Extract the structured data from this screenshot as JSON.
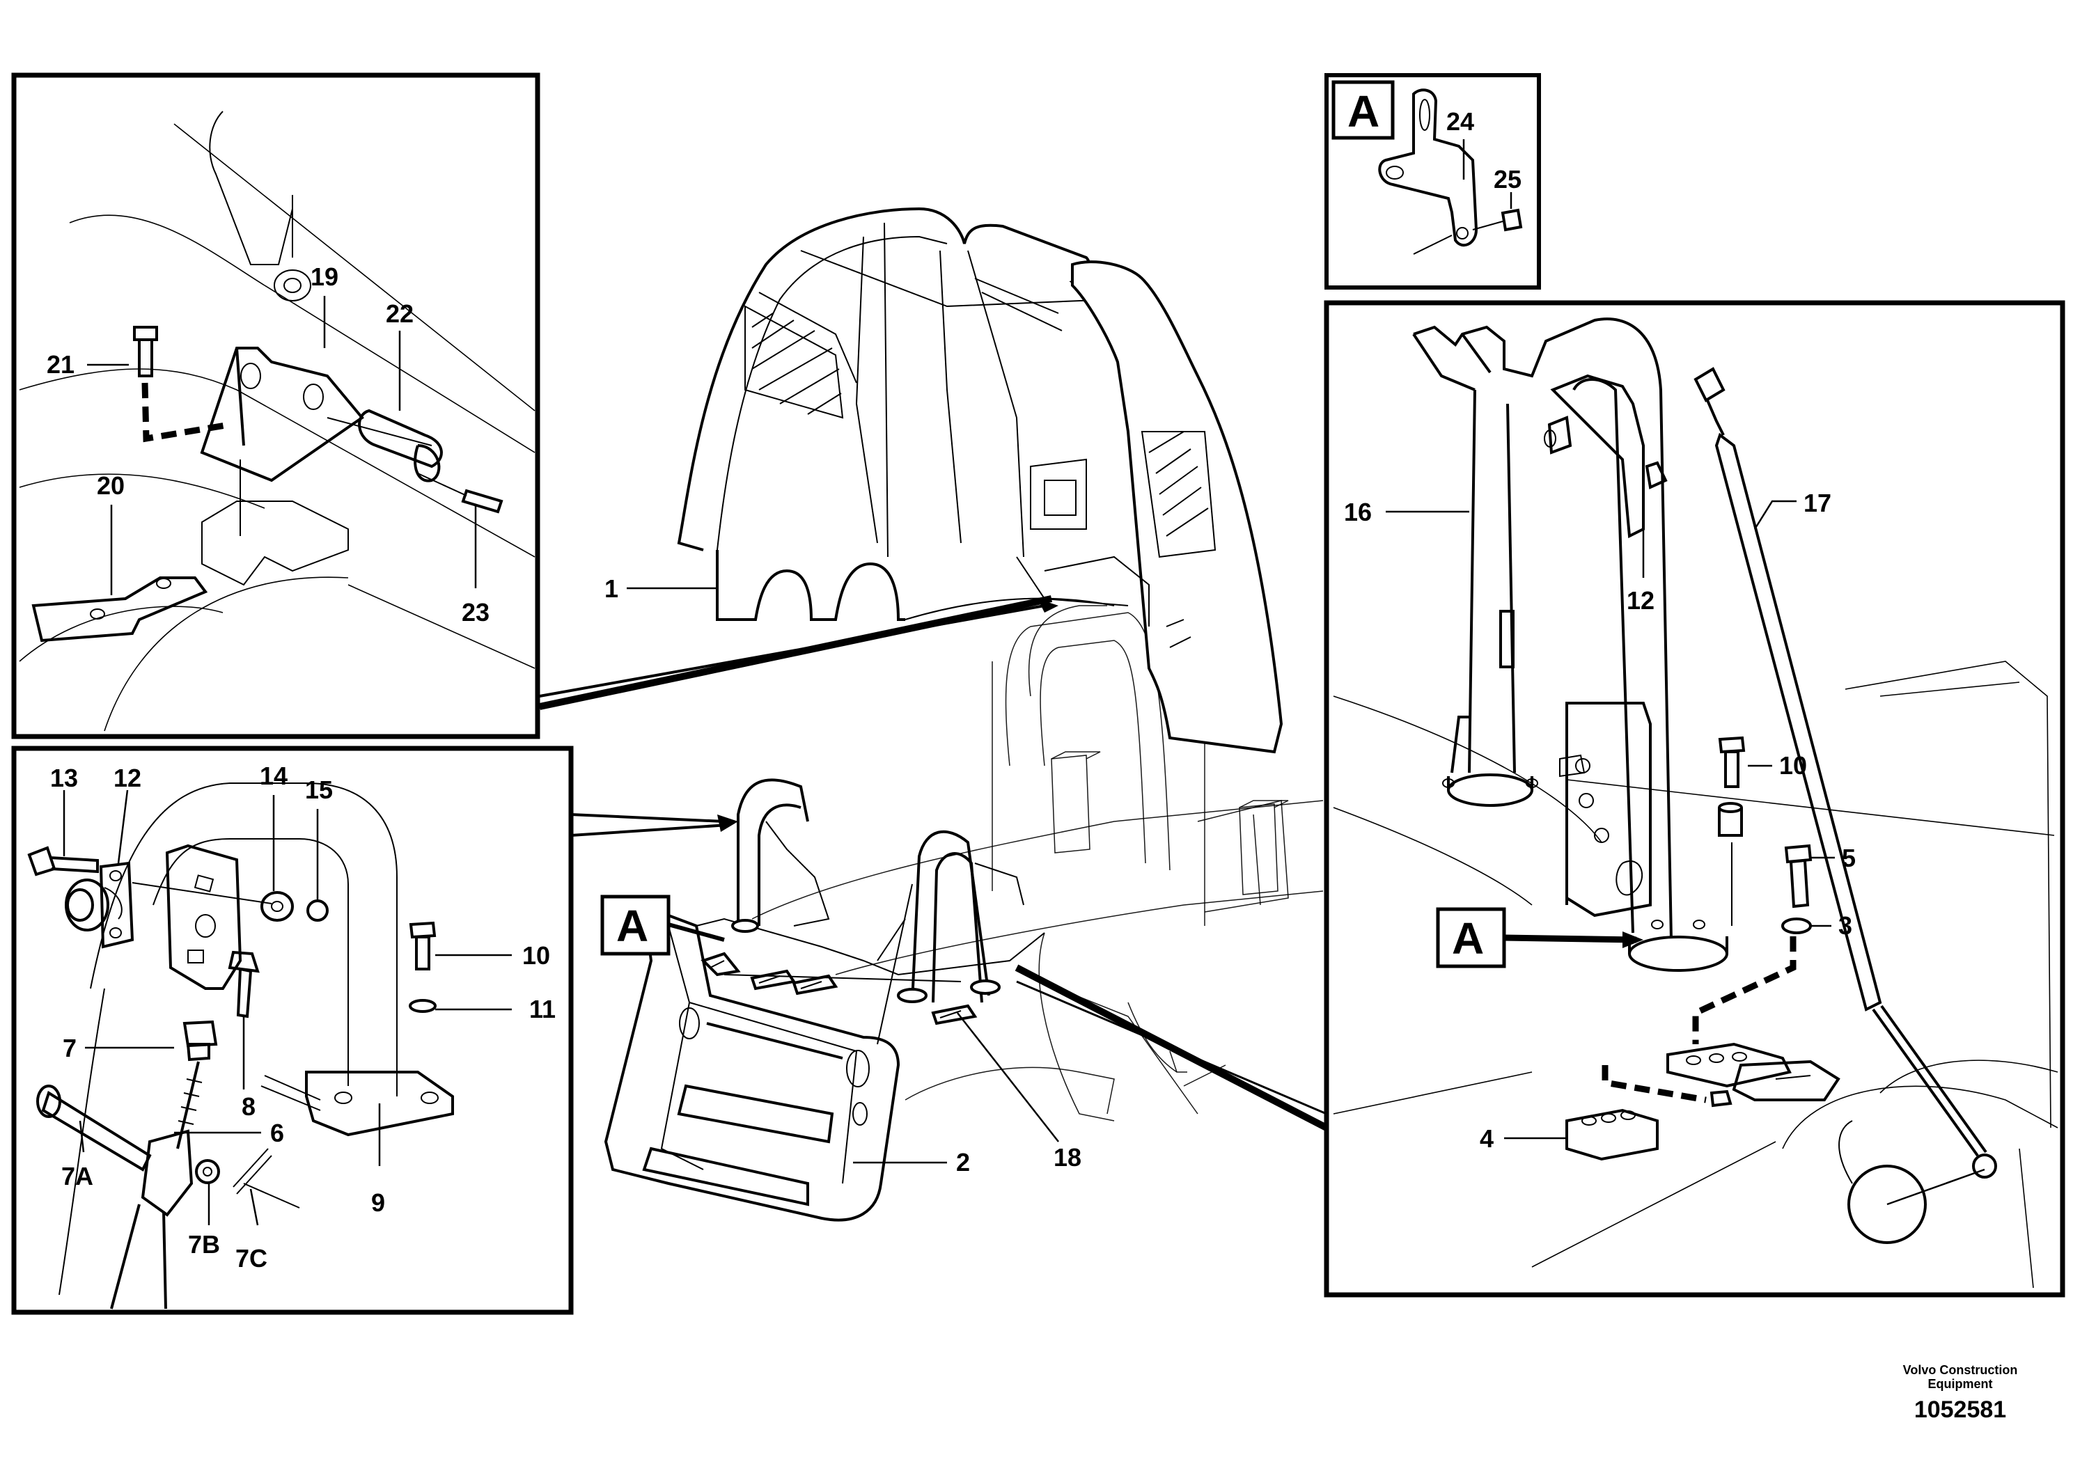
{
  "labels": {
    "l1": "1",
    "l2": "2",
    "l3": "3",
    "l4": "4",
    "l5": "5",
    "l6": "6",
    "l7": "7",
    "l7a": "7A",
    "l7b": "7B",
    "l7c": "7C",
    "l8": "8",
    "l9": "9",
    "l10a": "10",
    "l10b": "10",
    "l11": "11",
    "l12a": "12",
    "l12b": "12",
    "l13": "13",
    "l14": "14",
    "l15": "15",
    "l16": "16",
    "l17": "17",
    "l18": "18",
    "l19": "19",
    "l20": "20",
    "l21": "21",
    "l22": "22",
    "l23": "23",
    "l24": "24",
    "l25": "25"
  },
  "view_markers": {
    "detail_a_box": "A",
    "callout_main": "A",
    "callout_right": "A"
  },
  "footer": {
    "company": "Volvo Construction\nEquipment",
    "drawing_number": "1052581"
  }
}
